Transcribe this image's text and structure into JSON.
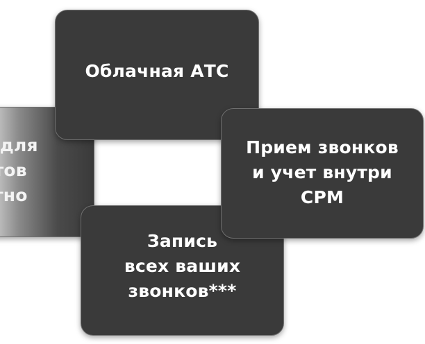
{
  "cards": {
    "left": {
      "label": "и для\nитов\nатно"
    },
    "top": {
      "label": "Облачная АТС"
    },
    "bottom": {
      "label": "Запись\nвсех ваших\nзвонков***"
    },
    "right": {
      "label": "Прием звонков\nи учет внутри\nCPM"
    }
  },
  "colors": {
    "card_background": "#3a3a3a",
    "card_border": "#6f6f6f",
    "text": "#ffffff",
    "page_background": "#ffffff"
  }
}
